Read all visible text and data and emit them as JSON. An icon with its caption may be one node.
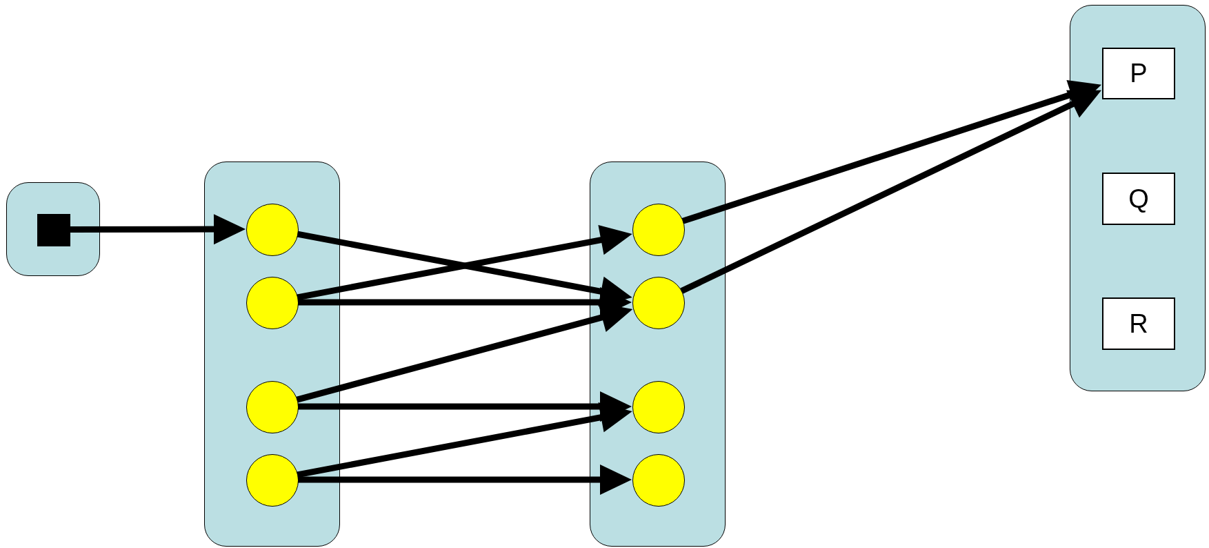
{
  "diagram": {
    "nodes": [
      {
        "text": [],
        "shape": "box"
      },
      {
        "text": [],
        "shape": "box",
        "in": 0
      },
      {
        "text": [],
        "shape": "box"
      },
      {
        "text": [],
        "shape": "circle",
        "in": 2
      },
      {
        "text": [],
        "shape": "circle",
        "in": 2
      },
      {
        "text": [],
        "shape": "circle",
        "in": 2
      },
      {
        "text": [],
        "shape": "circle",
        "in": 2
      },
      {
        "text": [],
        "shape": "box"
      },
      {
        "text": [],
        "shape": "circle",
        "in": 7
      },
      {
        "text": [],
        "shape": "circle",
        "in": 7
      },
      {
        "text": [],
        "shape": "circle",
        "in": 7
      },
      {
        "text": [],
        "shape": "circle",
        "in": 7
      },
      {
        "text": [],
        "shape": "box"
      },
      {
        "text": [
          "P"
        ],
        "in": 12
      },
      {
        "text": [
          "Q"
        ],
        "in": 12
      },
      {
        "text": [
          "R"
        ],
        "in": 12
      }
    ],
    "edges": [
      {
        "from": 1,
        "to": 3,
        "arrow": "to"
      },
      {
        "from": 3,
        "to": 9,
        "arrow": "to"
      },
      {
        "from": 4,
        "to": 8,
        "arrow": "to"
      },
      {
        "from": 4,
        "to": 9,
        "arrow": "to"
      },
      {
        "from": 5,
        "to": 9,
        "arrow": "to"
      },
      {
        "from": 5,
        "to": 10,
        "arrow": "to"
      },
      {
        "from": 6,
        "to": 10,
        "arrow": "to"
      },
      {
        "from": 6,
        "to": 11,
        "arrow": "to"
      },
      {
        "from": 8,
        "to": 13,
        "arrow": "to"
      },
      {
        "from": 9,
        "to": 13,
        "arrow": "to"
      }
    ]
  }
}
